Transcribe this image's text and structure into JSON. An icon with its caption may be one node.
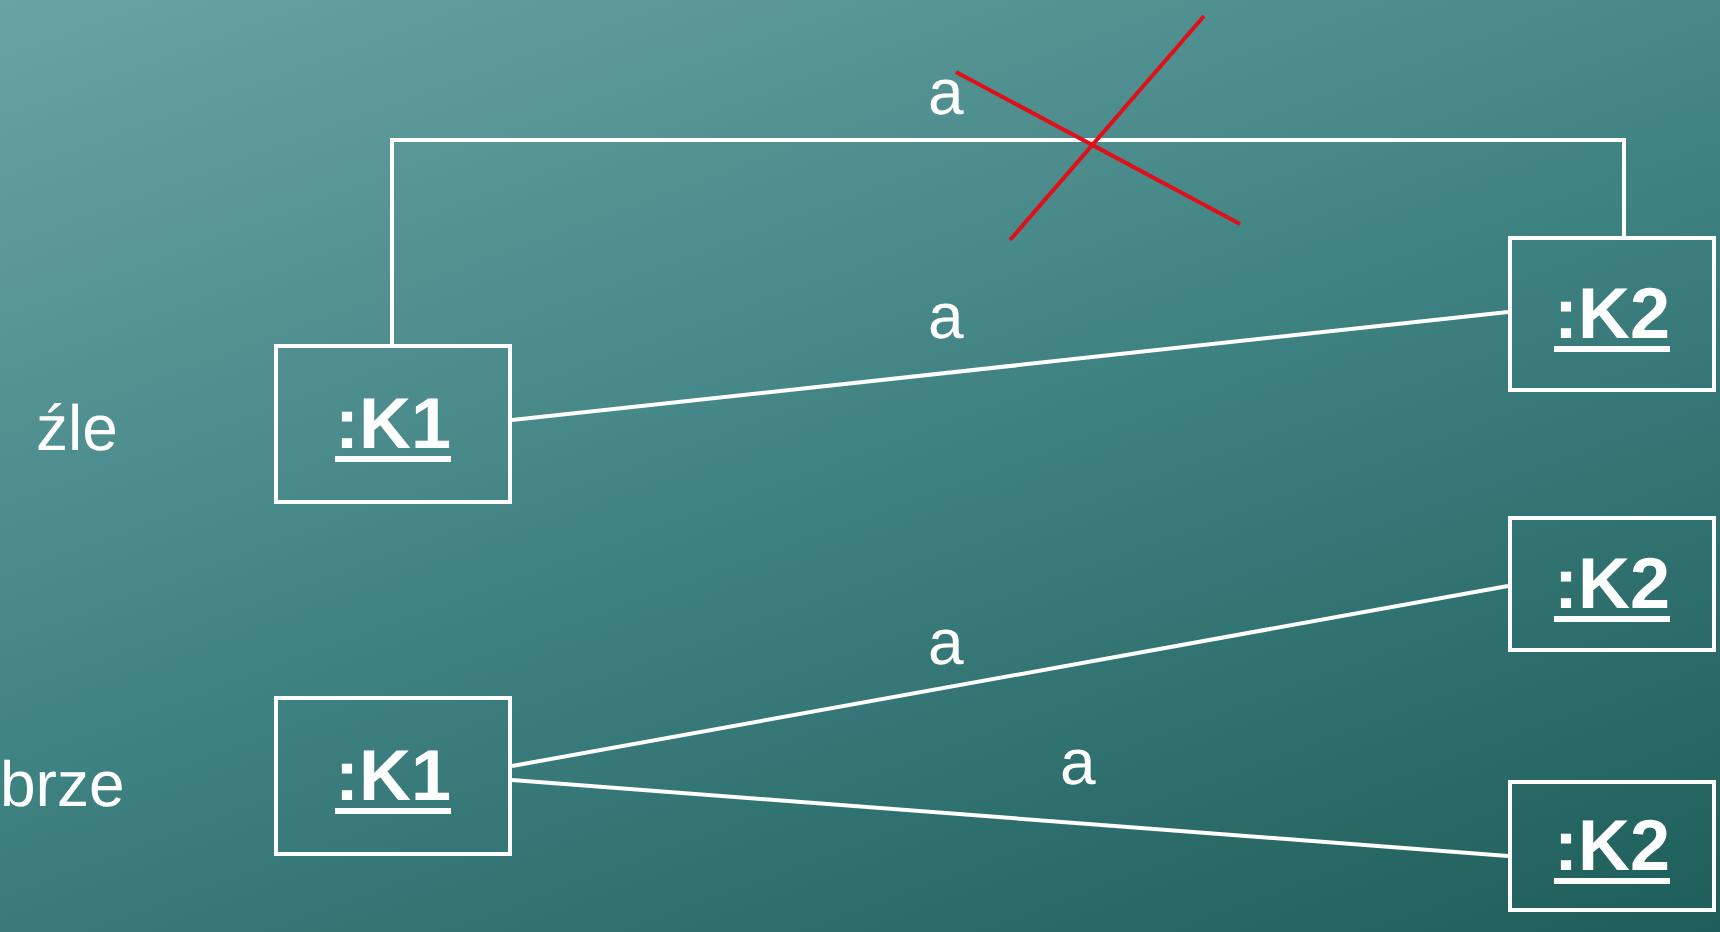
{
  "diagram": {
    "nodes": [
      {
        "text": [
          ":K1"
        ],
        "beside": [
          "źle"
        ]
      },
      {
        "text": [
          ":K2"
        ]
      },
      {
        "text": [
          ":K1"
        ],
        "beside": [
          "brze"
        ]
      },
      {
        "text": [
          ":K2"
        ]
      },
      {
        "text": [
          ":K2"
        ]
      }
    ],
    "edges": [
      {
        "from": 0,
        "to": 1,
        "arrow": "none",
        "label": "a"
      },
      {
        "from": 0,
        "to": 1,
        "arrow": "none",
        "label": "a"
      },
      {
        "from": 2,
        "to": 3,
        "arrow": "none",
        "label": "a"
      },
      {
        "from": 2,
        "to": 4,
        "arrow": "none",
        "label": "a"
      }
    ]
  }
}
